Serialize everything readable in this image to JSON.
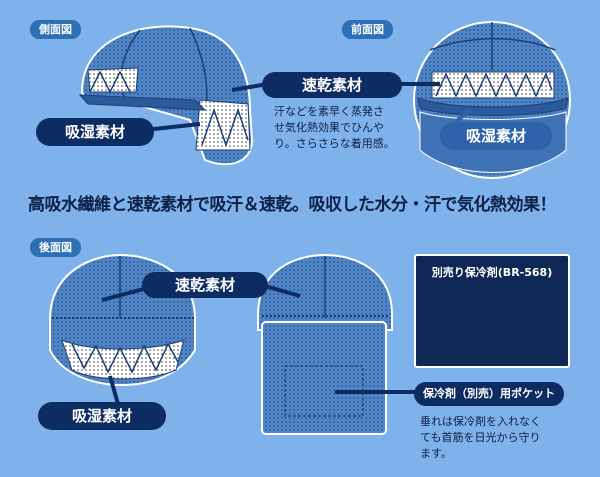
{
  "labels": {
    "side_view": "側面図",
    "front_view": "前面図",
    "back_view": "後面図"
  },
  "callouts": {
    "quick_dry": "速乾素材",
    "absorbent": "吸湿素材",
    "quick_dry_desc": [
      "汗などを素早く蒸発さ",
      "せ気化熱効果でひんや",
      "り。さらさらな着用感。"
    ],
    "headline": "高吸水繊維と速乾素材で吸汗＆速乾。吸収した水分・汗で気化熱効果！",
    "pocket": "保冷剤（別売）用ポケット",
    "pocket_desc": [
      "垂れは保冷剤を入れなく",
      "ても首筋を日光から守り",
      "ます。"
    ]
  },
  "product": {
    "title": "別売り保冷剤(BR-568)"
  },
  "colors": {
    "background": "#7fb2ea",
    "navy": "#0d2c62",
    "cap_mesh": "#4a7fc0",
    "cap_dark": "#2b5a9c",
    "label_blue": "#2e6fb6"
  }
}
